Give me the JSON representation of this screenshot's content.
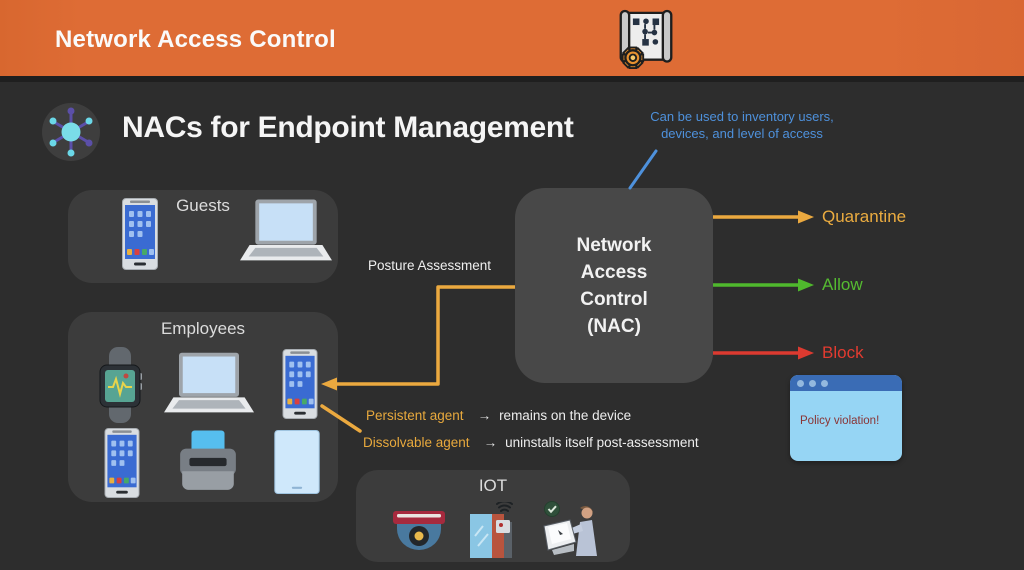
{
  "colors": {
    "header_bg": "#DE6C35",
    "body_bg": "#2D2D2D",
    "panel_bg": "#3C3C3C",
    "nac_bg": "#484848",
    "quarantine": "#EBAC40",
    "allow": "#55BB31",
    "block": "#E23B30",
    "annotation_blue": "#4E91DC",
    "policy_window_bg": "#96D5F4",
    "policy_titlebar": "#3A6CB5",
    "policy_text": "#8A3434"
  },
  "header": {
    "title": "Network Access Control",
    "icon": "blueprint-gear-icon"
  },
  "main": {
    "title": "NACs for Endpoint Management",
    "title_icon": "network-hub-icon",
    "annotation": "Can be used to inventory users, devices, and level of access",
    "posture_label": "Posture Assessment"
  },
  "groups": {
    "guests": {
      "label": "Guests",
      "devices": [
        "smartphone",
        "laptop"
      ]
    },
    "employees": {
      "label": "Employees",
      "devices": [
        "smartwatch",
        "laptop",
        "smartphone",
        "smartphone",
        "printer",
        "tablet"
      ]
    },
    "iot": {
      "label": "IOT",
      "devices": [
        "security-camera",
        "smart-door",
        "kiosk-person"
      ]
    }
  },
  "nac": {
    "lines": [
      "Network",
      "Access",
      "Control",
      "(NAC)"
    ]
  },
  "outcomes": [
    {
      "label": "Quarantine",
      "color": "#EBAC40"
    },
    {
      "label": "Allow",
      "color": "#55BB31"
    },
    {
      "label": "Block",
      "color": "#E23B30"
    }
  ],
  "agents": [
    {
      "name": "Persistent agent",
      "arrow": "→",
      "desc": "remains on the device"
    },
    {
      "name": "Dissolvable agent",
      "arrow": "→",
      "desc": "uninstalls itself post-assessment"
    }
  ],
  "policy_window": {
    "text": "Policy violation!"
  }
}
